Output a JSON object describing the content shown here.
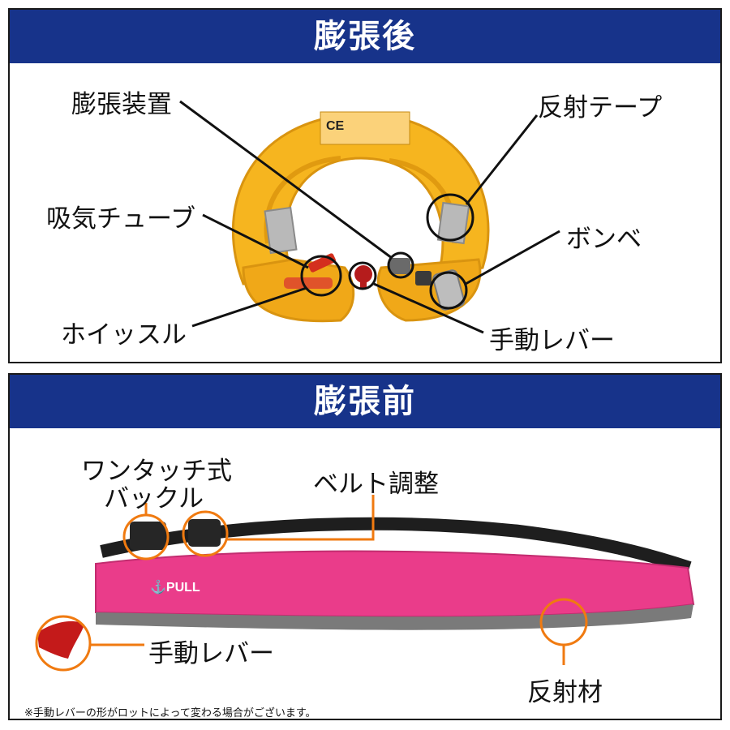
{
  "after": {
    "title": "膨張後",
    "labels": {
      "inflator": "膨張装置",
      "reflective_tape": "反射テープ",
      "tube": "吸気チューブ",
      "cylinder": "ボンベ",
      "whistle": "ホイッスル",
      "lever": "手動レバー"
    },
    "vest_marks": {
      "ce": "CE"
    },
    "colors": {
      "vest": "#f6b51f",
      "vest_shadow": "#e09a10"
    }
  },
  "before": {
    "title": "膨張前",
    "labels": {
      "buckle_line1": "ワンタッチ式",
      "buckle_line2": "バックル",
      "belt_adjust": "ベルト調整",
      "lever": "手動レバー",
      "reflective": "反射材"
    },
    "pouch_text": "PULL",
    "colors": {
      "pouch": "#ea3c8a",
      "callout": "#f07a10",
      "lever": "#c41a1a"
    }
  },
  "footnote": "※手動レバーの形がロットによって変わる場合がございます。",
  "colors": {
    "banner": "#17338a",
    "border": "#1a1a1a"
  }
}
